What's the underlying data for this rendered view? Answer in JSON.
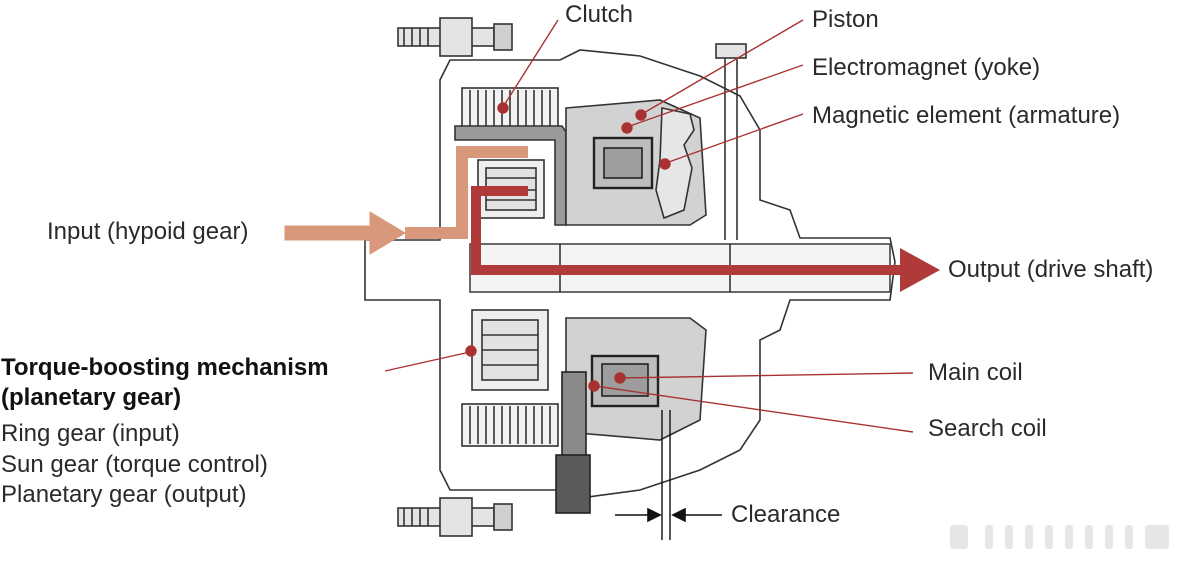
{
  "labels": {
    "clutch": "Clutch",
    "piston": "Piston",
    "electromagnet": "Electromagnet (yoke)",
    "armature": "Magnetic element (armature)",
    "input": "Input (hypoid gear)",
    "output": "Output (drive shaft)",
    "torque_line1": "Torque-boosting mechanism",
    "torque_line2": "(planetary gear)",
    "ring_gear": "Ring gear (input)",
    "sun_gear": "Sun gear (torque control)",
    "planetary_gear": "Planetary gear (output)",
    "main_coil": "Main coil",
    "search_coil": "Search coil",
    "clearance": "Clearance"
  },
  "colors": {
    "output_arrow": "#b03a3a",
    "input_arrow": "#d9977c",
    "leader_line": "#a83232",
    "dot": "#a83232",
    "part_fill": "#d8d8d8",
    "part_stroke": "#333333"
  }
}
